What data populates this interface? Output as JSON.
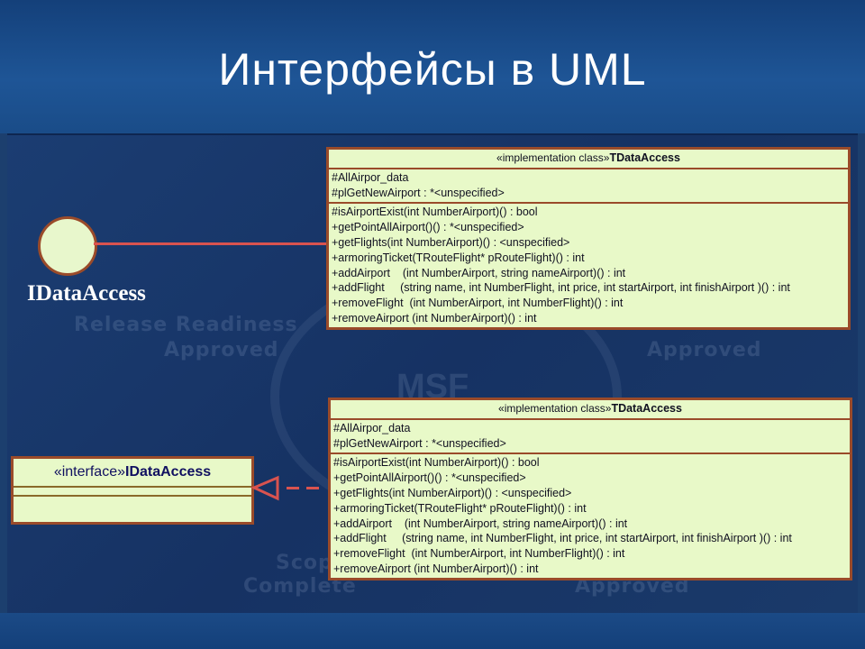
{
  "slide": {
    "title": "Интерфейсы в UML"
  },
  "watermarks": {
    "line1": "Release Readiness",
    "line2": "Approved",
    "line3": "Approved",
    "seal": "MSF",
    "line4": "Scope",
    "line5": "Complete",
    "line6": "Approved"
  },
  "lollipop": {
    "label": "IDataAccess"
  },
  "class_top": {
    "stereotype": "«implementation class»",
    "name": "TDataAccess",
    "attributes": [
      "#AllAirpor_data",
      "#plGetNewAirport : *<unspecified>"
    ],
    "operations": [
      "#isAirportExist(int NumberAirport)() : bool",
      "+getPointAllAirport()() : *<unspecified>",
      "+getFlights(int NumberAirport)() : <unspecified>",
      "+armoringTicket(TRouteFlight* pRouteFlight)() : int",
      "+addAirport    (int NumberAirport, string nameAirport)() : int",
      "+addFlight     (string name, int NumberFlight, int price, int startAirport, int finishAirport )() : int",
      "+removeFlight  (int NumberAirport, int NumberFlight)() : int",
      "+removeAirport (int NumberAirport)() : int"
    ]
  },
  "class_bottom": {
    "stereotype": "«implementation class»",
    "name": "TDataAccess",
    "attributes": [
      "#AllAirpor_data",
      "#plGetNewAirport : *<unspecified>"
    ],
    "operations": [
      "#isAirportExist(int NumberAirport)() : bool",
      "+getPointAllAirport()() : *<unspecified>",
      "+getFlights(int NumberAirport)() : <unspecified>",
      "+armoringTicket(TRouteFlight* pRouteFlight)() : int",
      "+addAirport    (int NumberAirport, string nameAirport)() : int",
      "+addFlight     (string name, int NumberFlight, int price, int startAirport, int finishAirport )() : int",
      "+removeFlight  (int NumberAirport, int NumberFlight)() : int",
      "+removeAirport (int NumberAirport)() : int"
    ]
  },
  "interface_box": {
    "stereotype": "«interface»",
    "name": "IDataAccess"
  },
  "colors": {
    "box_fill": "#e8f9c8",
    "box_border": "#9a4b2a",
    "connector": "#d9534f",
    "background": "#1c3f6e"
  }
}
